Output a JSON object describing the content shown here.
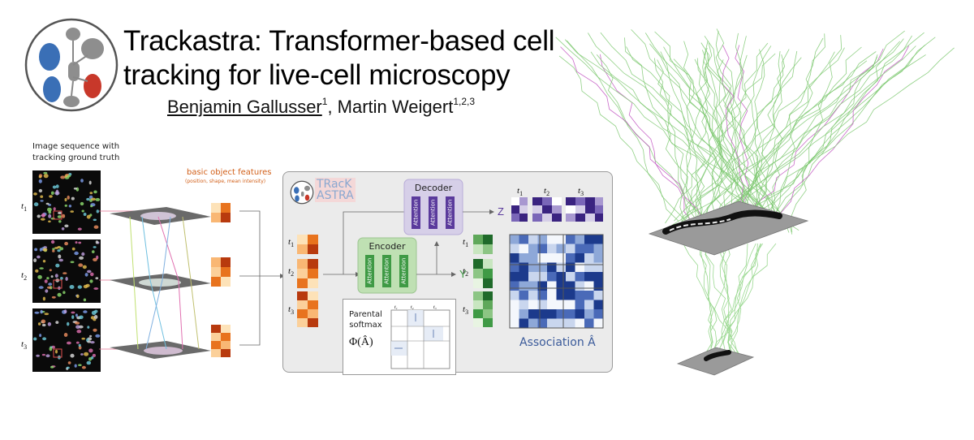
{
  "title": {
    "line1": "Trackastra: Transformer-based cell",
    "line2": "tracking for live-cell microscopy"
  },
  "authors": {
    "author1": "Benjamin Gallusser",
    "author1_aff": "1",
    "sep": ", ",
    "author2": "Martin Weigert",
    "author2_aff": "1,2,3"
  },
  "pipeline": {
    "sequence_label": [
      "Image sequence with",
      "tracking ground truth"
    ],
    "features_title": "basic object features",
    "features_subtitle": "(position, shape, mean intensity)",
    "time_labels": [
      "t",
      "t",
      "t"
    ],
    "time_subs": [
      "1",
      "2",
      "3"
    ]
  },
  "model": {
    "logo_text": [
      "TRacK",
      "ASTRA"
    ],
    "encoder_label": "Encoder",
    "decoder_label": "Decoder",
    "attention_label": "Attention",
    "output_y": "Y",
    "output_z": "Z",
    "parental_label": [
      "Parental",
      "softmax"
    ],
    "phi_label": "Φ(Â)",
    "association_label": "Association Â"
  },
  "colors": {
    "logo_blue": "#3a6fb6",
    "logo_red": "#c8382a",
    "logo_gray": "#8e8e8e",
    "encoder_green": "#3f9a45",
    "encoder_bg": "#bfe0b3",
    "decoder_purple": "#5a3a9c",
    "decoder_bg": "#d6cfe8",
    "feature_orange": "#d2601a",
    "track_green": "#7cc870"
  }
}
